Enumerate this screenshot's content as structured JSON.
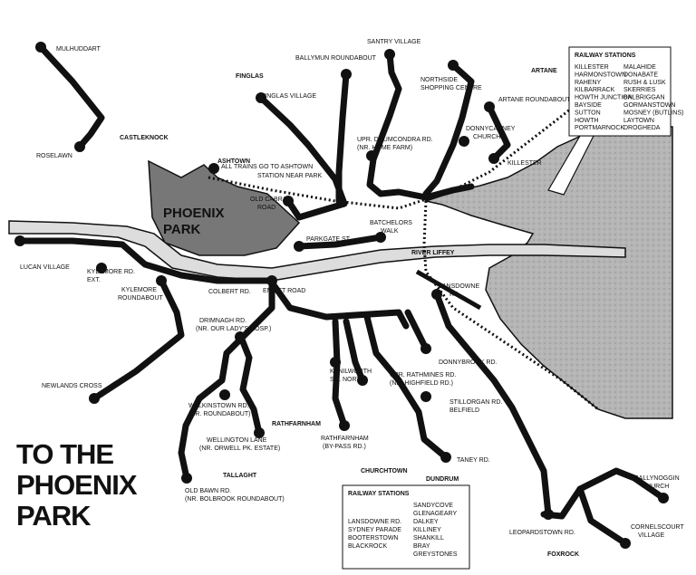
{
  "title_lines": [
    "TO THE",
    "PHOENIX",
    "PARK"
  ],
  "park_lines": [
    "PHOENIX",
    "PARK"
  ],
  "river_label": "RIVER LIFFEY",
  "colors": {
    "ink": "#111111",
    "sea": "#b3b3b3",
    "park": "#777777",
    "paper": "#ffffff"
  },
  "places": {
    "mulhuddart": "MULHUDDART",
    "roselawn": "ROSELAWN",
    "castleknock": "CASTLEKNOCK",
    "finglas": "FINGLAS",
    "finglas_village": "FINGLAS VILLAGE",
    "ballymun": "BALLYMUN ROUNDABOUT",
    "santry": "SANTRY VILLAGE",
    "northside_1": "NORTHSIDE",
    "northside_2": "SHOPPING CENTRE",
    "artane": "ARTANE",
    "artane_rb": "ARTANE ROUNDABOUT",
    "ashtown": "ASHTOWN",
    "trains_1": "ALL TRAINS GO TO ASHTOWN",
    "trains_2": "STATION NEAR PARK",
    "drumcondra_1": "UPR. DRUMCONDRA RD.",
    "drumcondra_2": "(NR. HOME FARM)",
    "donnycarney_1": "DONNYCARNEY",
    "donnycarney_2": "CHURCH",
    "killester": "KILLESTER",
    "old_cabra_1": "OLD CABRA",
    "old_cabra_2": "ROAD",
    "batchelors_1": "BATCHELORS",
    "batchelors_2": "WALK",
    "parkgate": "PARKGATE ST.",
    "lucan": "LUCAN VILLAGE",
    "kylemore_1": "KYLEMORE RD.",
    "kylemore_2": "EXT.",
    "kylemore_rb_1": "KYLEMORE",
    "kylemore_rb_2": "ROUNDABOUT",
    "colbert": "COLBERT RD.",
    "emmet": "EMMET ROAD",
    "lansdowne_1": "LANSDOWNE",
    "lansdowne_2": "RD.",
    "crumlin_1": "DRIMNAGH RD.",
    "crumlin_2": "(NR. OUR LADY'S HOSP.)",
    "newlands": "NEWLANDS CROSS",
    "kenilworth_1": "KENILWORTH",
    "kenilworth_2": "SQ. NORTH",
    "rathmines_1": "UPR. RATHMINES RD.",
    "rathmines_2": "(NR. HIGHFIELD RD.)",
    "donnybrook": "DONNYBROOK RD.",
    "stillorgan_1": "STILLORGAN RD.",
    "stillorgan_2": "BELFIELD",
    "walkinstown_1": "WALKINSTOWN RD.",
    "walkinstown_2": "(NR. ROUNDABOUT)",
    "rathfarnham": "RATHFARNHAM",
    "wellington_1": "WELLINGTON LANE",
    "wellington_2": "(NR. ORWELL PK. ESTATE)",
    "rathfarnham_bp_1": "RATHFARNHAM",
    "rathfarnham_bp_2": "(BY-PASS RD.)",
    "taney": "TANEY RD.",
    "tallaght": "TALLAGHT",
    "old_bawn_1": "OLD BAWN RD.",
    "old_bawn_2": "(NR. BOLBROOK ROUNDABOUT)",
    "churchtown": "CHURCHTOWN",
    "dundrum": "DUNDRUM",
    "sallynoggin_1": "SALLYNOGGIN",
    "sallynoggin_2": "CHURCH",
    "cornelscourt_1": "CORNELSCOURT",
    "cornelscourt_2": "VILLAGE",
    "leopardstown": "LEOPARDSTOWN RD.",
    "foxrock": "FOXROCK"
  },
  "railway_north": {
    "title": "RAILWAY STATIONS",
    "col1": [
      "KILLESTER",
      "HARMONSTOWN",
      "RAHENY",
      "KILBARRACK",
      "HOWTH JUNCTION",
      "BAYSIDE",
      "SUTTON",
      "HOWTH",
      "PORTMARNOCK"
    ],
    "col2": [
      "MALAHIDE",
      "DONABATE",
      "RUSH & LUSK",
      "SKERRIES",
      "BALBRIGGAN",
      "GORMANSTOWN",
      "MOSNEY (BUTLINS)",
      "LAYTOWN",
      "DROGHEDA"
    ]
  },
  "railway_south": {
    "title": "RAILWAY STATIONS",
    "col1": [
      "LANSDOWNE RD.",
      "SYDNEY PARADE",
      "BOOTERSTOWN",
      "BLACKROCK"
    ],
    "col2": [
      "SANDYCOVE",
      "GLENAGEARY",
      "DALKEY",
      "KILLINEY",
      "SHANKILL",
      "BRAY",
      "GREYSTONES"
    ]
  }
}
